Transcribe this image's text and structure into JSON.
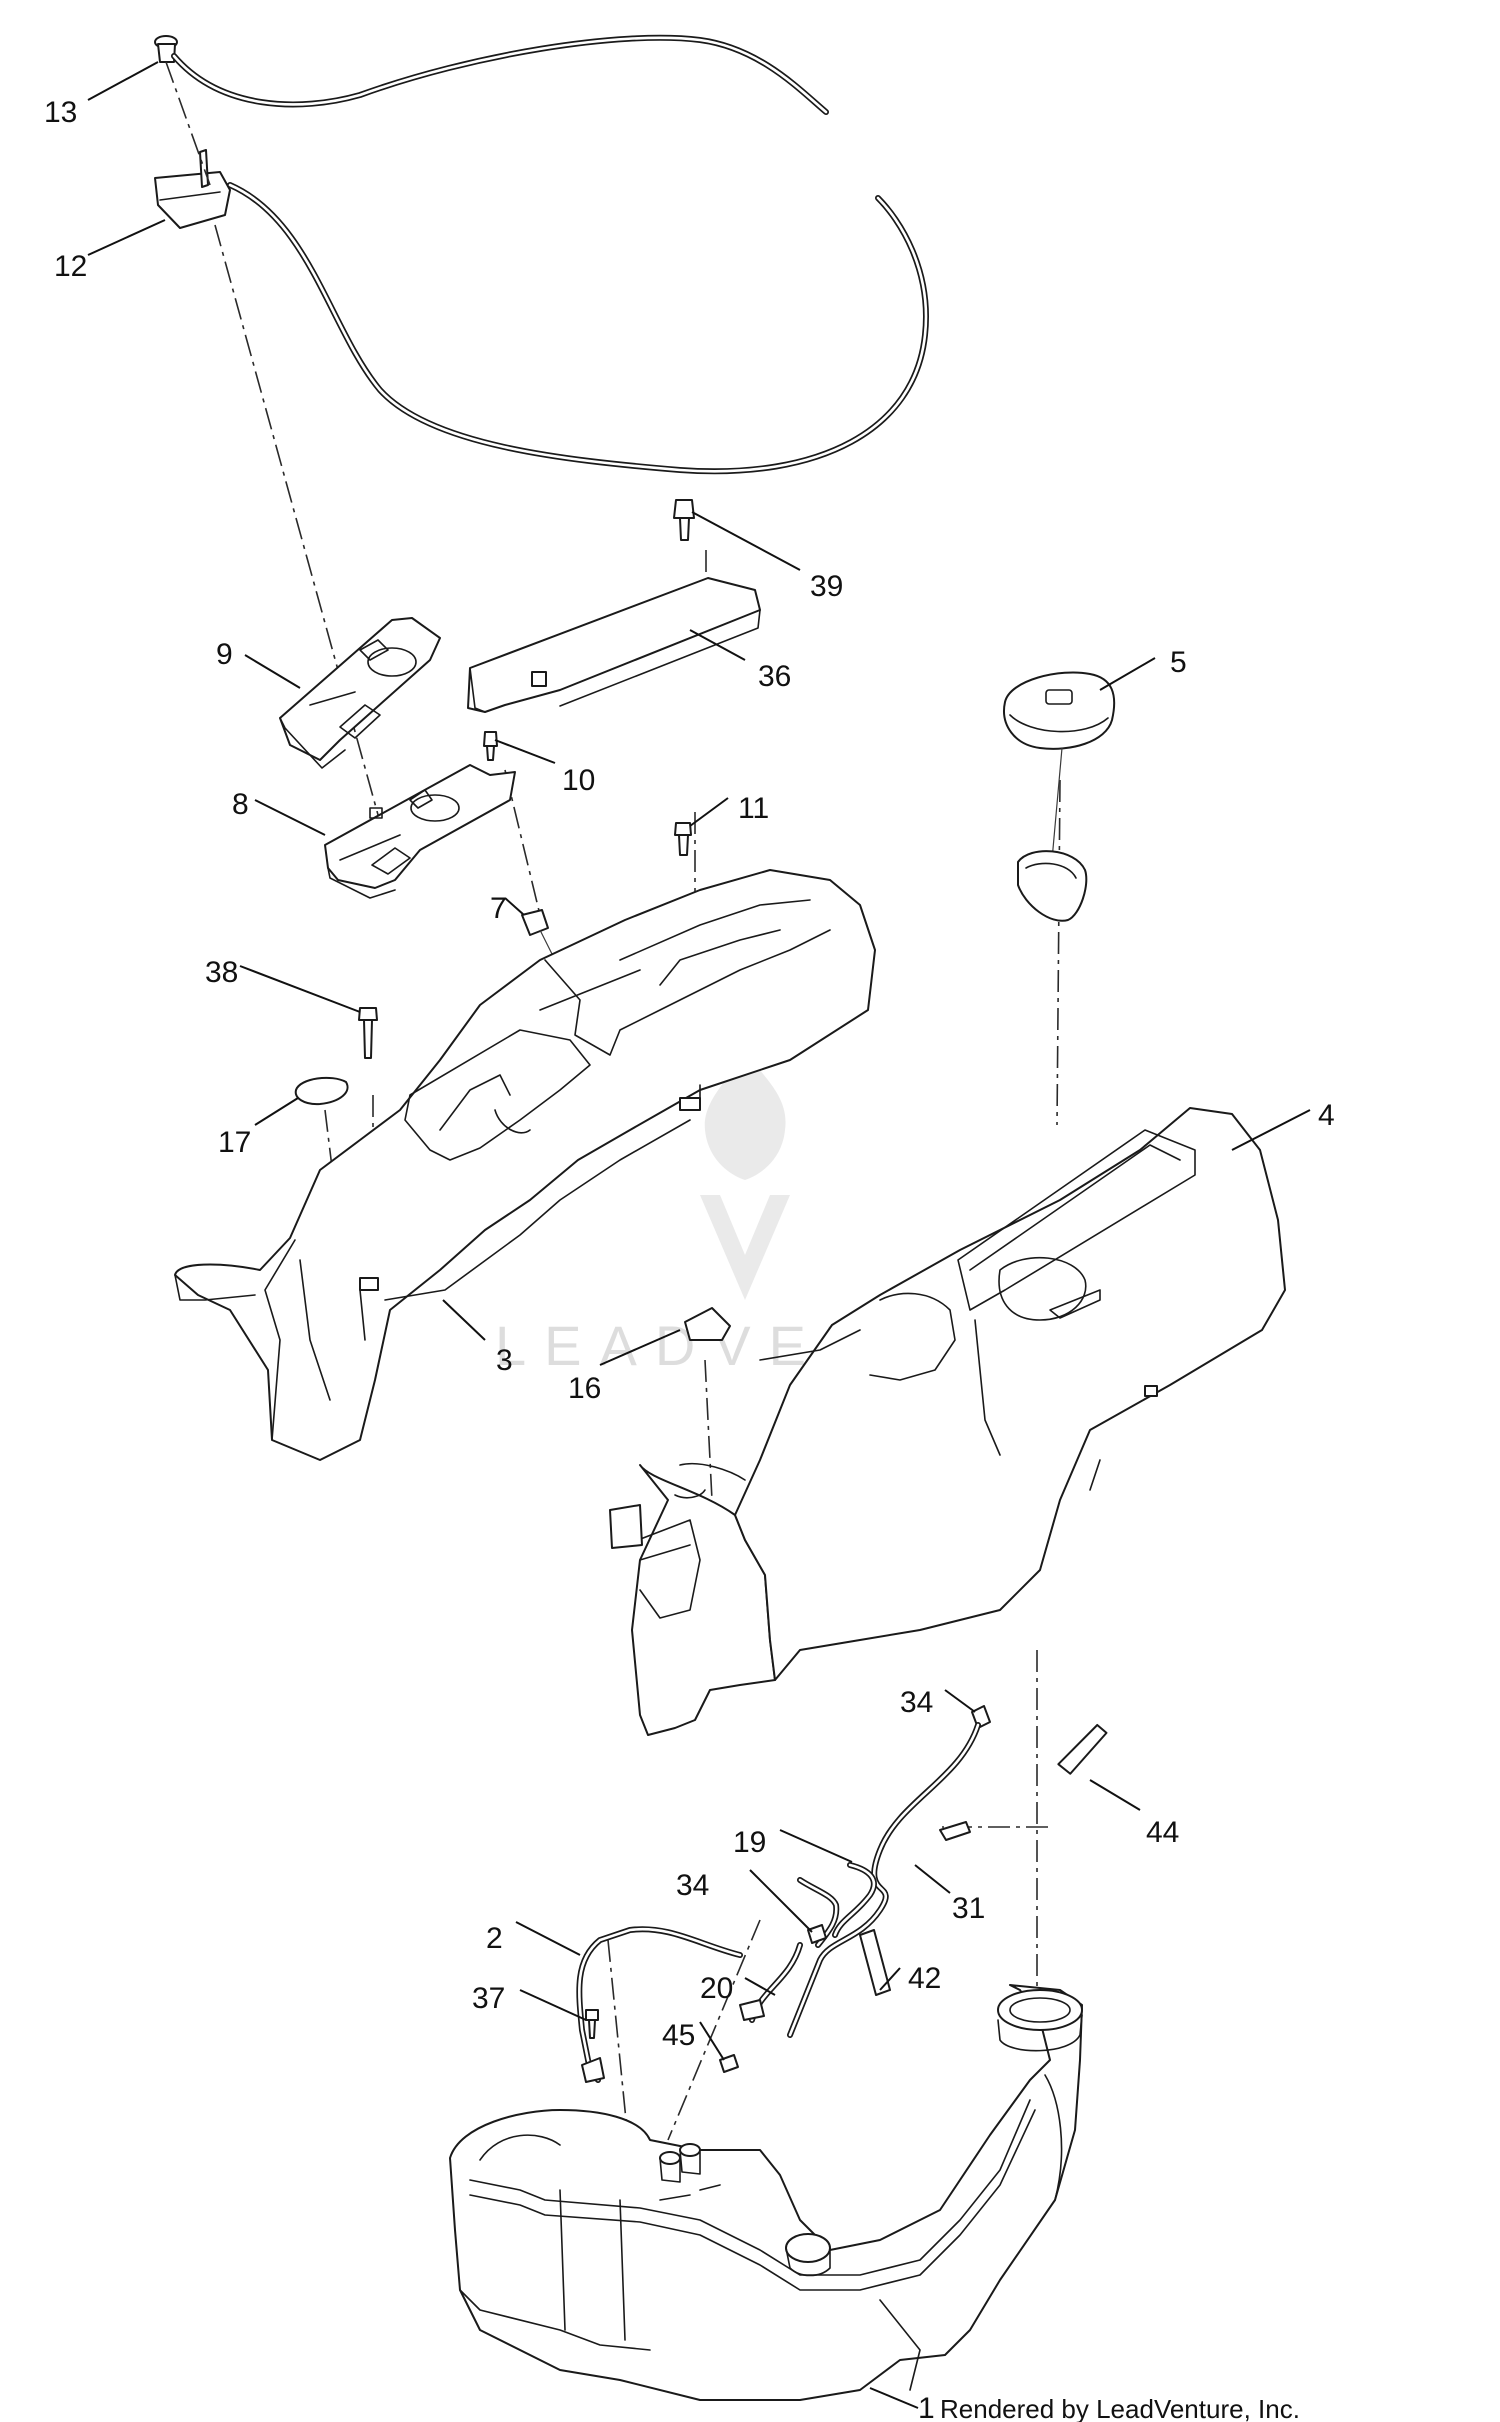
{
  "callouts": [
    {
      "id": "13",
      "label": "13"
    },
    {
      "id": "12",
      "label": "12"
    },
    {
      "id": "39",
      "label": "39"
    },
    {
      "id": "36",
      "label": "36"
    },
    {
      "id": "9",
      "label": "9"
    },
    {
      "id": "10",
      "label": "10"
    },
    {
      "id": "8",
      "label": "8"
    },
    {
      "id": "11",
      "label": "11"
    },
    {
      "id": "5",
      "label": "5"
    },
    {
      "id": "7",
      "label": "7"
    },
    {
      "id": "38",
      "label": "38"
    },
    {
      "id": "17",
      "label": "17"
    },
    {
      "id": "4",
      "label": "4"
    },
    {
      "id": "3",
      "label": "3"
    },
    {
      "id": "16",
      "label": "16"
    },
    {
      "id": "34a",
      "label": "34"
    },
    {
      "id": "44",
      "label": "44"
    },
    {
      "id": "19",
      "label": "19"
    },
    {
      "id": "31",
      "label": "31"
    },
    {
      "id": "34b",
      "label": "34"
    },
    {
      "id": "2",
      "label": "2"
    },
    {
      "id": "20",
      "label": "20"
    },
    {
      "id": "42",
      "label": "42"
    },
    {
      "id": "37",
      "label": "37"
    },
    {
      "id": "45",
      "label": "45"
    },
    {
      "id": "1",
      "label": "1"
    }
  ],
  "footer": {
    "credit": "Rendered by LeadVenture, Inc."
  },
  "watermark": {
    "text": "LEADVENTURE"
  },
  "colors": {
    "line": "#1a1a1a",
    "watermark": "#d9d9d9",
    "background": "#ffffff"
  }
}
